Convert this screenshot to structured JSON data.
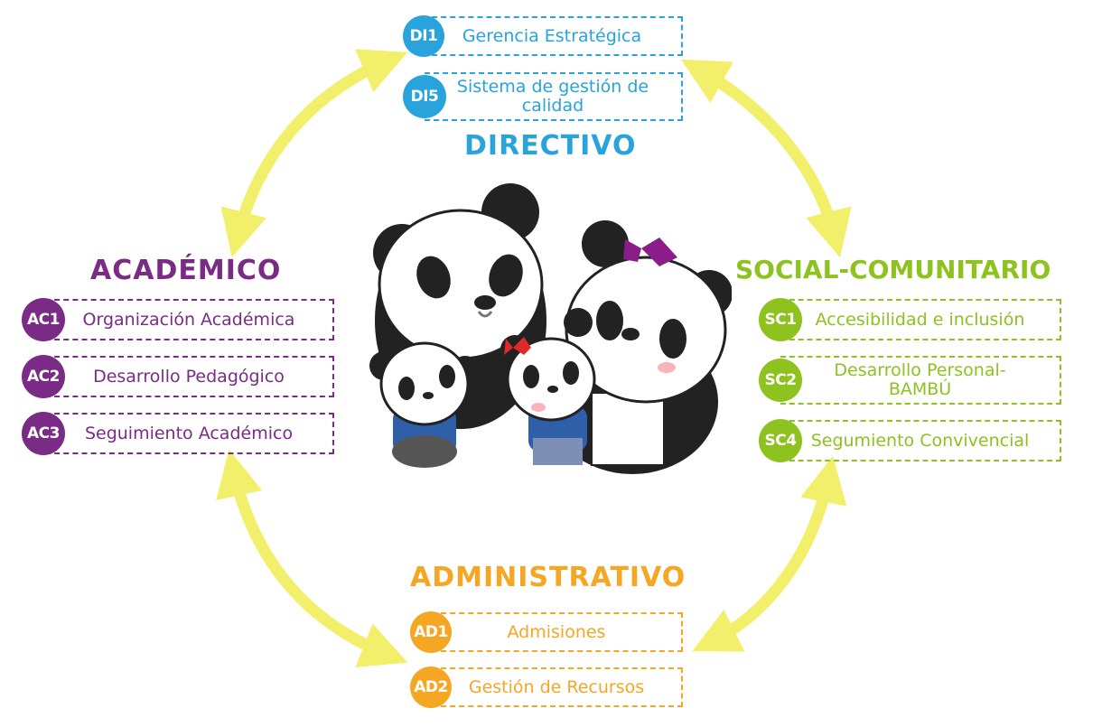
{
  "colors": {
    "directivo": "#29a3dc",
    "academico": "#7a2b86",
    "social": "#8dc21f",
    "administrativo": "#f5a623",
    "arrow": "#f1ee5a"
  },
  "sections": {
    "directivo": {
      "title": "DIRECTIVO",
      "items": [
        {
          "code": "DI1",
          "label": "Gerencia Estratégica"
        },
        {
          "code": "DI5",
          "label": "Sistema de gestión de calidad"
        }
      ]
    },
    "academico": {
      "title": "ACADÉMICO",
      "items": [
        {
          "code": "AC1",
          "label": "Organización Académica"
        },
        {
          "code": "AC2",
          "label": "Desarrollo Pedagógico"
        },
        {
          "code": "AC3",
          "label": "Seguimiento Académico"
        }
      ]
    },
    "social": {
      "title": "SOCIAL-COMUNITARIO",
      "items": [
        {
          "code": "SC1",
          "label": "Accesibilidad e inclusión"
        },
        {
          "code": "SC2",
          "label": "Desarrollo Personal- BAMBÚ"
        },
        {
          "code": "SC4",
          "label": "Segumiento Convivencial"
        }
      ]
    },
    "administrativo": {
      "title": "ADMINISTRATIVO",
      "items": [
        {
          "code": "AD1",
          "label": "Admisiones"
        },
        {
          "code": "AD2",
          "label": "Gestión de Recursos"
        }
      ]
    }
  },
  "illustration": "panda-family-illustration"
}
